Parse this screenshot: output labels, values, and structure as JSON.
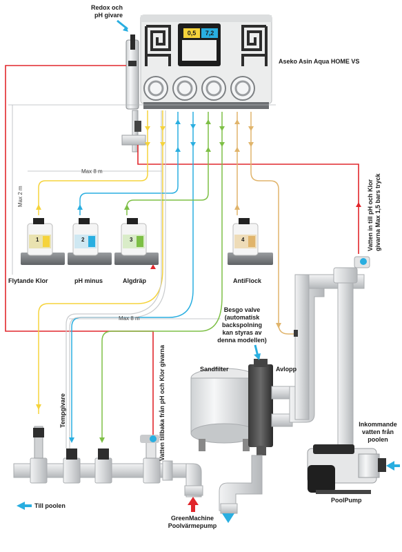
{
  "labels": {
    "redox": "Redox och\npH givare",
    "product": "Aseko Asin Aqua HOME VS",
    "max8_top": "Max 8 m",
    "max8_mid": "Max 8 m",
    "max2": "Max 2 m",
    "klor": "Flytande Klor",
    "phminus": "pH minus",
    "algdrap": "Algdräp",
    "antiflock": "AntiFlock",
    "vatten_in": "Vatten in till pH och Klor\ngivarna Max 1,5 bars tryck",
    "besgo": "Besgo valve\n(automatisk\nbackspolning\nkan styras av\ndenna modellen)",
    "sandfilter": "Sandfilter",
    "avlopp": "Avlopp",
    "tempgivare": "Tempgivare",
    "vatten_tillbaka": "Vatten tillbaka från pH och Klor givarna",
    "inkommande": "Inkommande\nvatten från\npoolen",
    "till_poolen": "Till poolen",
    "greenmachine": "GreenMachine\nPoolvärmepump",
    "poolpump": "PoolPump"
  },
  "display": {
    "value_1": "0,5",
    "value_2": "7,2"
  },
  "canister_numbers": [
    "1",
    "2",
    "3",
    "4"
  ],
  "colors": {
    "chlorine": "#f5d33b",
    "ph": "#29aee0",
    "algae": "#7dbf45",
    "flock": "#e0b46b",
    "water_line": "#e1262b",
    "arrow_cyan": "#29aee0",
    "arrow_red": "#e1262b",
    "pipe": "#d6d8da"
  }
}
